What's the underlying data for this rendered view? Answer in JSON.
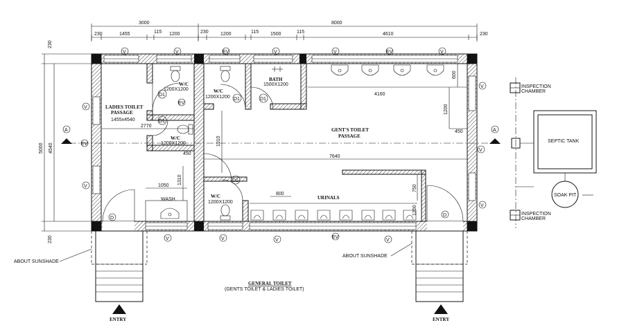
{
  "dimensions": {
    "top_overall_left": "3000",
    "top_overall_right": "8000",
    "top_segments": [
      "230",
      "1455",
      "115",
      "1200",
      "230",
      "1200",
      "115",
      "1500",
      "115",
      "4610",
      "230"
    ],
    "left_outer": "5000",
    "left_inner": "4540",
    "left_230_top": "230",
    "left_230_bottom": "230",
    "d600": "600",
    "d4160": "4160",
    "d1200": "1200",
    "d450": "450",
    "d2770": "2770",
    "d1910": "1910",
    "d450b": "450",
    "d7640": "7640",
    "d1310": "1310",
    "d1050": "1050",
    "d800": "800",
    "d750": "750",
    "d1200b": "1200"
  },
  "rooms": {
    "ladies_passage_1": "LADIES TOILET",
    "ladies_passage_2": "PASSAGE",
    "ladies_passage_size": "1455x4540",
    "wc1_label": "W/C",
    "wc1_size": "1200X1200",
    "wc2_label": "W/C",
    "wc2_size": "1200X1200",
    "wc3_label": "W/C",
    "wc3_size": "1200X1200",
    "wc4_label": "W/C",
    "wc4_size": "1200X1200",
    "bath_label": "BATH",
    "bath_size": "1500X1200",
    "gents_passage_1": "GENT'S TOILET",
    "gents_passage_2": "PASSAGE",
    "urinals": "URINALS",
    "wash": "WASH"
  },
  "tags": {
    "v": "V",
    "v_upper": "V",
    "d": "D",
    "d1": "D1",
    "ev": "EV",
    "a": "A"
  },
  "annotations": {
    "sunshade_left": "ABOUT SUNSHADE",
    "sunshade_right": "ABOUT SUNSHADE",
    "entry_left": "ENTRY",
    "entry_right": "ENTRY",
    "title": "GENERAL TOILET",
    "subtitle": "(GENTS TOILET & LADIES TOILET)"
  },
  "sanitation": {
    "inspection_top_1": "INSPECTION",
    "inspection_top_2": "CHAMBER",
    "inspection_bottom_1": "INSPECTION",
    "inspection_bottom_2": "CHAMBER",
    "septic_tank": "SEPTIC TANK",
    "soak_pit": "SOAK PIT"
  }
}
